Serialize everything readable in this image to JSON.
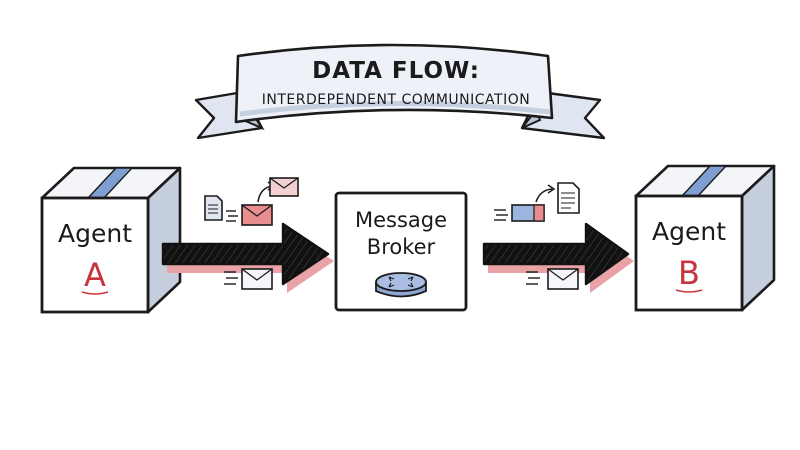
{
  "banner": {
    "title": "DATA FLOW:",
    "subtitle": "INTERDEPENDENT COMMUNICATION"
  },
  "nodes": {
    "agent_a": {
      "label": "Agent",
      "letter": "A"
    },
    "broker": {
      "line1": "Message",
      "line2": "Broker"
    },
    "agent_b": {
      "label": "Agent",
      "letter": "B"
    }
  },
  "colors": {
    "ink": "#1b1b1b",
    "banner_fill": "#eef2f8",
    "banner_shade": "#b9c6da",
    "tape_blue": "#7f9fd2",
    "letter_red": "#c9343c",
    "arrow_shadow": "#e9a3a6",
    "envelope_red": "#e98d8f",
    "envelope_blue": "#9cb5df",
    "router_blue": "#a9bde2",
    "paper": "#f4f6fb"
  },
  "icons": [
    "document-icon",
    "envelope-icon",
    "router-icon"
  ]
}
